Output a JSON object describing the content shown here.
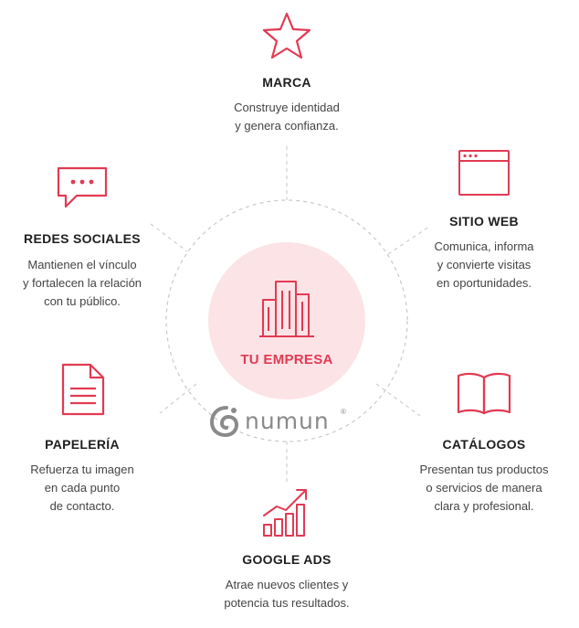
{
  "center": {
    "label": "TU EMPRESA"
  },
  "brand": {
    "name": "numun",
    "mark": "®"
  },
  "nodes": {
    "marca": {
      "title": "MARCA",
      "desc": "Construye identidad\ny genera confianza."
    },
    "sitio_web": {
      "title": "SITIO WEB",
      "desc": "Comunica, informa\ny convierte visitas\nen oportunidades."
    },
    "redes_sociales": {
      "title": "REDES SOCIALES",
      "desc": "Mantienen el vínculo\ny fortalecen la relación\ncon tu público."
    },
    "papeleria": {
      "title": "PAPELERÍA",
      "desc": "Refuerza tu imagen\nen cada punto\nde contacto."
    },
    "catalogos": {
      "title": "CATÁLOGOS",
      "desc": "Presentan tus productos\no servicios de manera\nclara y profesional."
    },
    "google_ads": {
      "title": "GOOGLE ADS",
      "desc": "Atrae nuevos clientes y\npotencia tus resultados."
    }
  },
  "icons": {
    "marca": "star-icon",
    "sitio_web": "browser-window-icon",
    "redes_sociales": "chat-bubble-icon",
    "papeleria": "document-icon",
    "catalogos": "open-book-icon",
    "google_ads": "growth-chart-icon",
    "center": "building-icon"
  },
  "colors": {
    "accent": "#e23a52",
    "center_fill": "#fbe3e6",
    "line": "#c8c8c8"
  }
}
